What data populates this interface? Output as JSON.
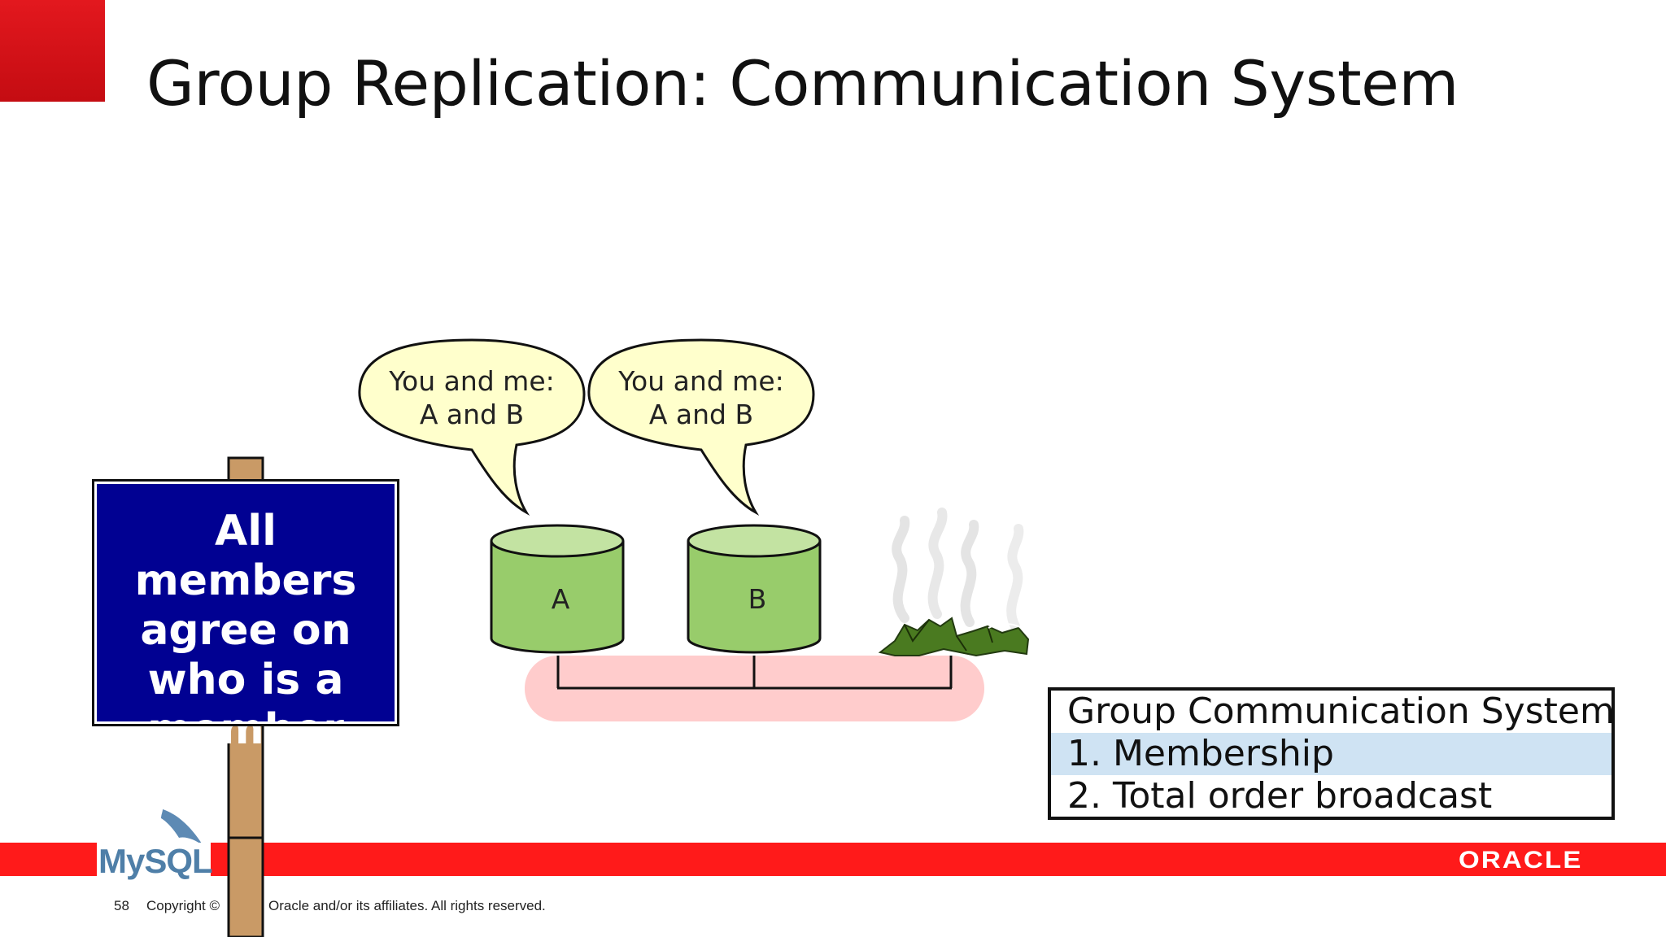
{
  "slide": {
    "title": "Group Replication: Communication System",
    "accent_color": "#e3181e",
    "footer_bar_color": "#ff1a1a"
  },
  "sign": {
    "text": "All members\nagree on\nwho is a\nmember",
    "background": "#010192",
    "post_color": "#c99a66"
  },
  "bubbles": [
    {
      "line1": "You and me:",
      "line2": "A and B"
    },
    {
      "line1": "You and me:",
      "line2": "A and B"
    }
  ],
  "databases": [
    {
      "label": "A",
      "color": "#98cc6b"
    },
    {
      "label": "B",
      "color": "#98cc6b"
    }
  ],
  "failed_node": {
    "icon": "crashed-server-icon"
  },
  "network": {
    "highlight_color": "#ffcccc"
  },
  "gcs_box": {
    "header": "Group Communication System",
    "items": [
      "1. Membership",
      "2. Total order broadcast"
    ]
  },
  "footer": {
    "page_number": "58",
    "copyright_prefix": "Copyright ©",
    "copyright_suffix": "Oracle and/or its affiliates. All rights reserved.",
    "mysql_logo_my": "MySQL",
    "oracle_logo": "ORACLE"
  }
}
